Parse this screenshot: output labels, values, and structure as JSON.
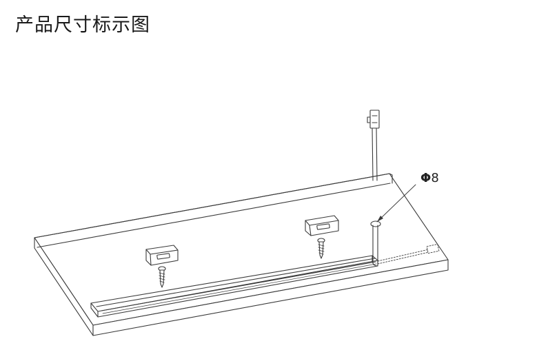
{
  "title": "产品尺寸标示图",
  "callout": {
    "hole_symbol": "Φ",
    "hole_diameter": "8"
  },
  "colors": {
    "line": "#3a3a3a",
    "background": "#ffffff"
  },
  "icons": [
    "shelf-board",
    "led-light-bar",
    "mounting-clip",
    "screw",
    "cable",
    "connector-plug"
  ]
}
